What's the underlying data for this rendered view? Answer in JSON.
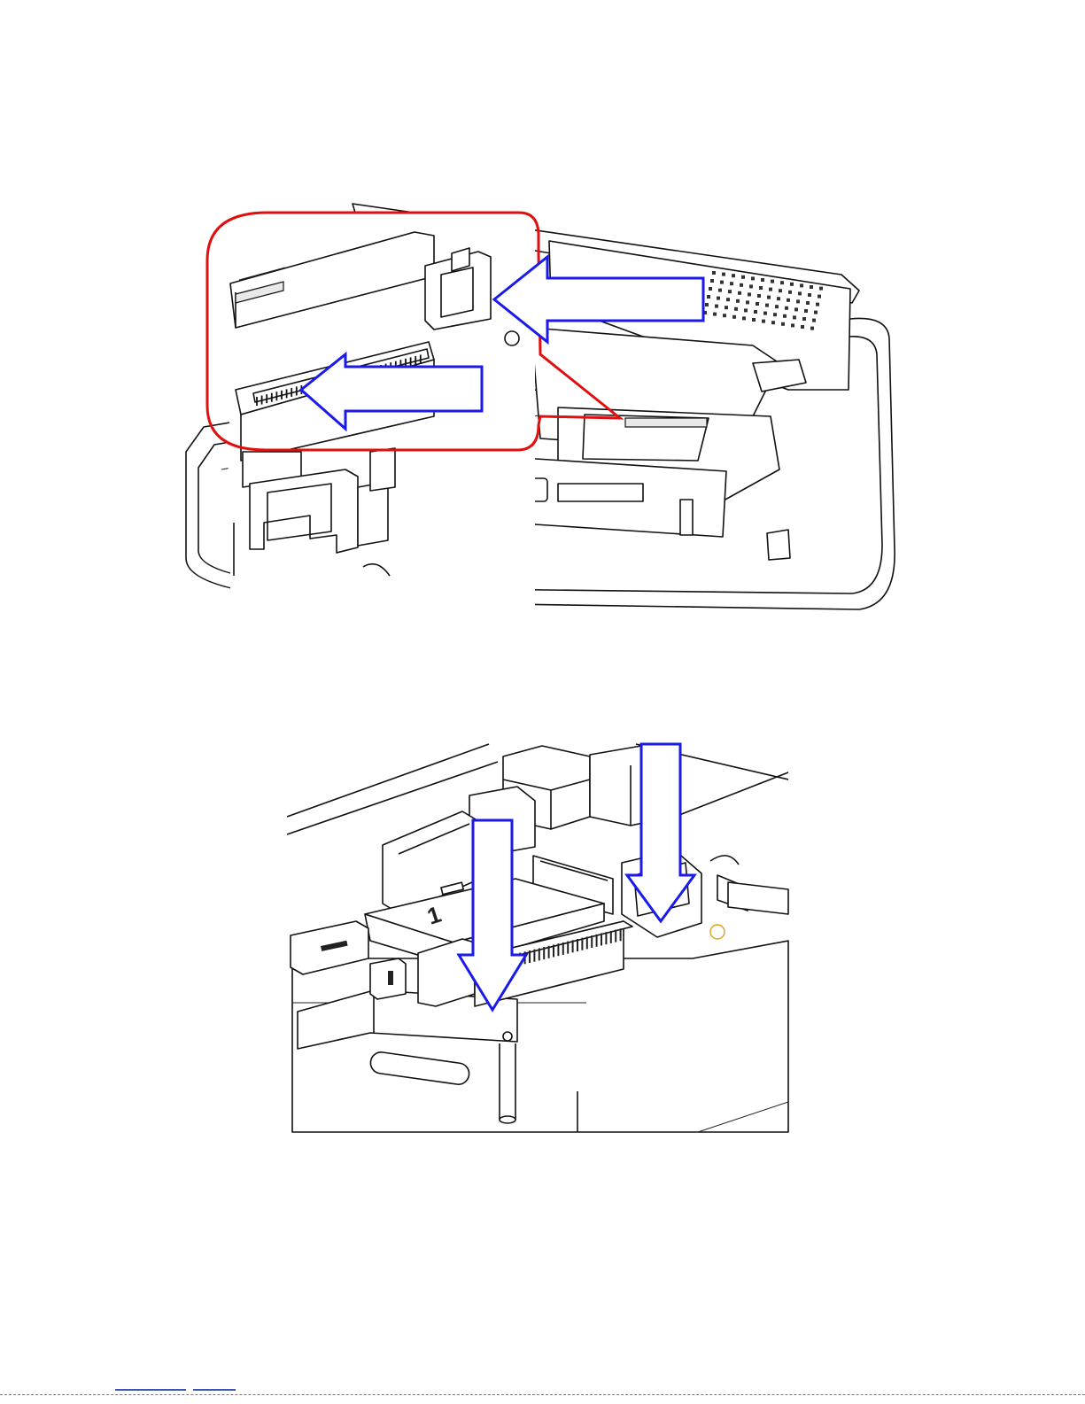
{
  "page": {
    "background": "#ffffff"
  },
  "colors": {
    "line_art": "#111111",
    "callout_outline": "#e01010",
    "arrow_outline": "#1a1aee",
    "arrow_fill": "#ffffff",
    "screw_accent": "#e0a020",
    "footer_rule": "#777777",
    "footnote_bar": "#3a55b8"
  },
  "figure_top": {
    "caption": "",
    "callout": {
      "shape": "rounded-rectangle",
      "color": "#e01010"
    },
    "arrows": [
      {
        "direction": "left",
        "color": "#1a1aee"
      },
      {
        "direction": "left",
        "color": "#1a1aee"
      }
    ]
  },
  "figure_bottom": {
    "caption": "",
    "card_label": "1",
    "arrows": [
      {
        "direction": "down",
        "color": "#1a1aee"
      },
      {
        "direction": "down",
        "color": "#1a1aee"
      }
    ]
  },
  "footer": {
    "text": ""
  }
}
